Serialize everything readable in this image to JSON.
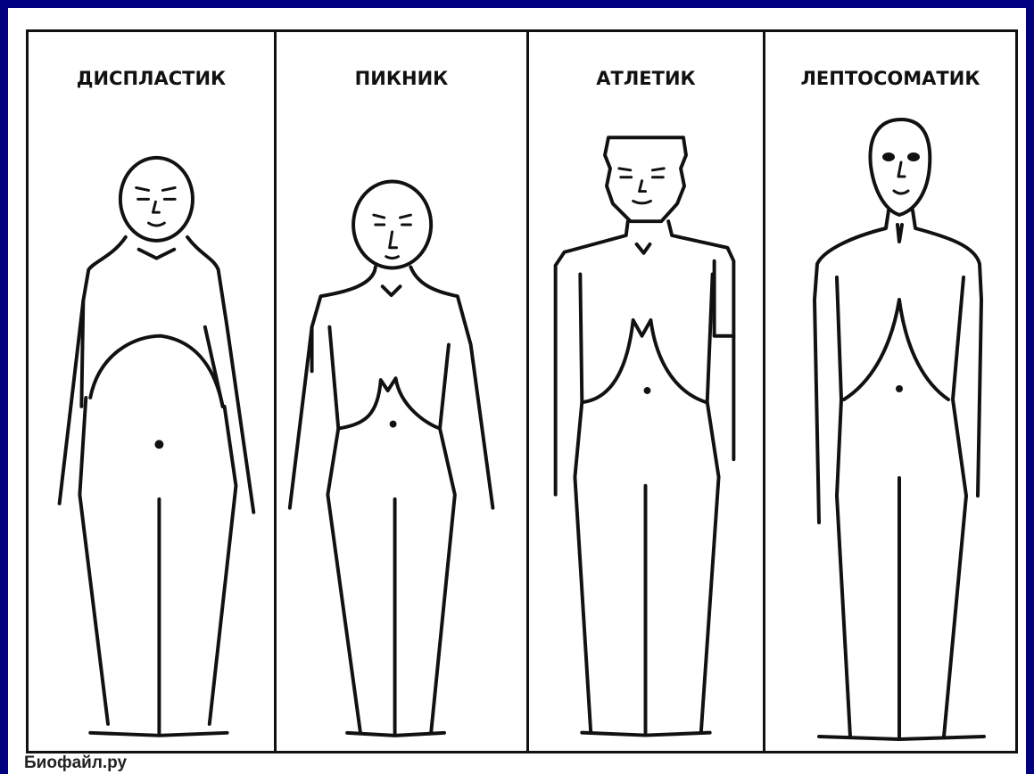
{
  "panels": [
    {
      "id": "dysplastic",
      "title": "ДИСПЛАСТИК"
    },
    {
      "id": "pyknic",
      "title": "ПИКНИК"
    },
    {
      "id": "athletic",
      "title": "АТЛЕТИК"
    },
    {
      "id": "leptosomatic",
      "title": "ЛЕПТОСОМАТИК"
    }
  ],
  "source": "Биофайл.ру",
  "colors": {
    "frame_background": "#000080",
    "line": "#111111",
    "paper": "#ffffff"
  }
}
